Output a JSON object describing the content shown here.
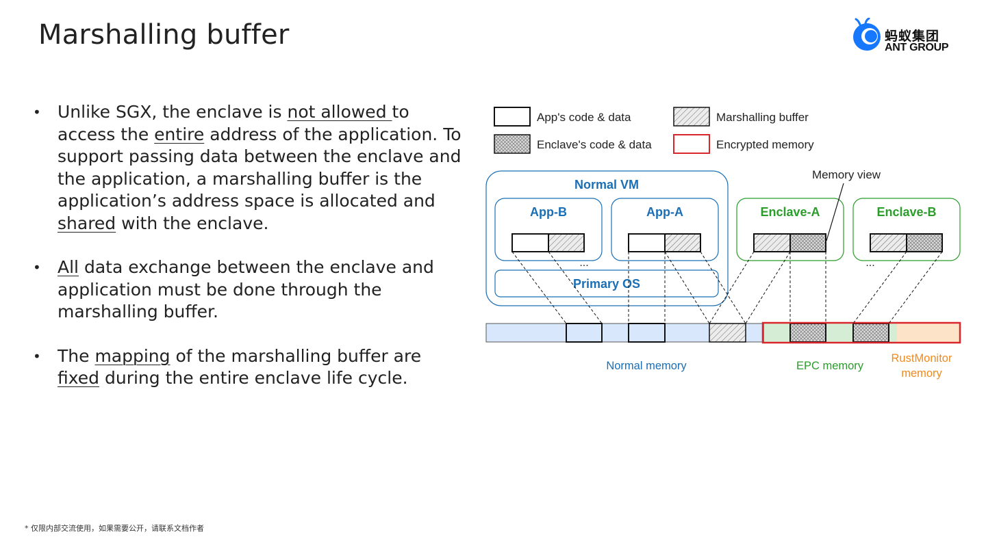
{
  "title": "Marshalling buffer",
  "logo": {
    "cn_text": "蚂蚁集团",
    "en_text": "ANT GROUP"
  },
  "bullets": [
    {
      "segments": [
        {
          "text": "Unlike SGX, the enclave is ",
          "u": false
        },
        {
          "text": "not allowed ",
          "u": true
        },
        {
          "text": "to access the ",
          "u": false
        },
        {
          "text": "entire",
          "u": true
        },
        {
          "text": " address of the application. To support passing data between the enclave and the application, a marshalling buffer is the application’s address space is allocated and ",
          "u": false
        },
        {
          "text": "shared",
          "u": true
        },
        {
          "text": " with the enclave.",
          "u": false
        }
      ]
    },
    {
      "segments": [
        {
          "text": "All",
          "u": true
        },
        {
          "text": " data exchange between the enclave and application must be done through the marshalling buffer.",
          "u": false
        }
      ]
    },
    {
      "segments": [
        {
          "text": "The ",
          "u": false
        },
        {
          "text": "mapping",
          "u": true
        },
        {
          "text": " of the marshalling buffer are ",
          "u": false
        },
        {
          "text": "fixed",
          "u": true
        },
        {
          "text": " during the entire enclave life cycle.",
          "u": false
        }
      ]
    }
  ],
  "diagram": {
    "legend": {
      "app_code_data": "App's code & data",
      "marshalling_buffer": "Marshalling buffer",
      "enclave_code_data": "Enclave's code & data",
      "encrypted_memory": "Encrypted memory"
    },
    "memory_view_label": "Memory view",
    "normal_vm_label": "Normal VM",
    "app_b_label": "App-B",
    "app_a_label": "App-A",
    "primary_os_label": "Primary OS",
    "enclave_a_label": "Enclave-A",
    "enclave_b_label": "Enclave-B",
    "ellipsis": "...",
    "normal_memory_label": "Normal memory",
    "epc_memory_label": "EPC memory",
    "rustmonitor_label_line1": "RustMonitor",
    "rustmonitor_label_line2": "memory",
    "colors": {
      "blue": "#1a6fb5",
      "green": "#2a9d2a",
      "red": "#d9262c",
      "orange": "#f08a1c",
      "normal_mem_fill": "#d8e7fb",
      "epc_mem_fill": "#d5ecd5",
      "rust_mem_fill": "#fde4c8"
    }
  },
  "footnote": "* 仅限内部交流使用，如果需要公开，请联系文档作者"
}
